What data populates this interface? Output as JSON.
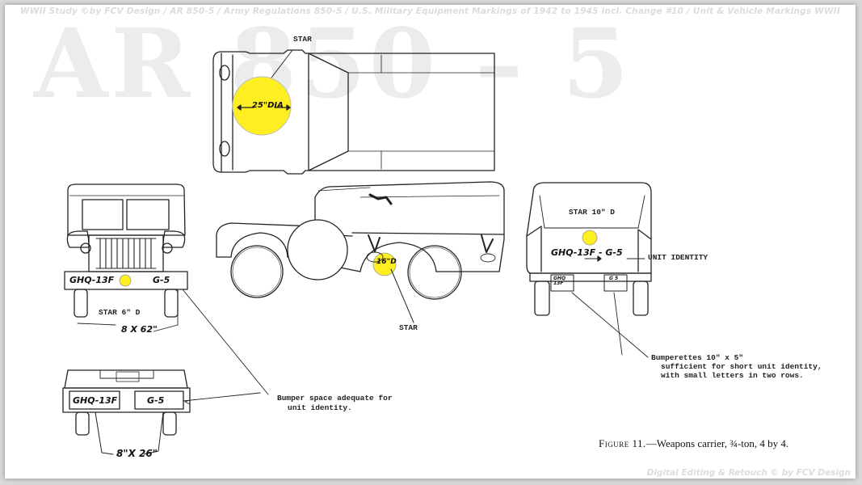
{
  "credits": {
    "top": "WWII Study ©by FCV Design / AR 850-5 / Army Regulations 850-5 / U.S. Military Equipment Markings of 1942 to 1945 incl. Change #10 / Unit & Vehicle Markings WWII",
    "bottom": "Digital Editing & Retouch © by FCV Design"
  },
  "watermark": "AR 850 – 5",
  "colors": {
    "star_yellow": "#ffee22",
    "ink": "#222222"
  },
  "labels": {
    "top_star": "STAR",
    "top_dia": "25\"DIA",
    "side_star_size": "16\"D",
    "side_star": "STAR",
    "rear_star": "STAR 10\" D",
    "rear_plate": "GHQ-13F - G-5",
    "unit_identity": "UNIT IDENTITY",
    "rear_bumper_left": "GHQ 13F",
    "rear_bumper_right": "G 5",
    "front_plate_left": "GHQ-13F",
    "front_plate_right": "G-5",
    "front_star": "STAR 6\" D",
    "front_dim": "8 X 62\"",
    "bottom_plate_left": "GHQ-13F",
    "bottom_plate_right": "G-5",
    "bottom_dim": "8\"X 26\"",
    "bumper_note_1": "Bumper space adequate for",
    "bumper_note_2": "unit identity.",
    "bumperettes_1": "Bumperettes 10\" x 5\"",
    "bumperettes_2": "sufficient for short unit identity,",
    "bumperettes_3": "with small letters in two rows."
  },
  "caption": {
    "fig": "Figure 11.",
    "text": "—Weapons carrier, ¾-ton, 4 by 4."
  }
}
